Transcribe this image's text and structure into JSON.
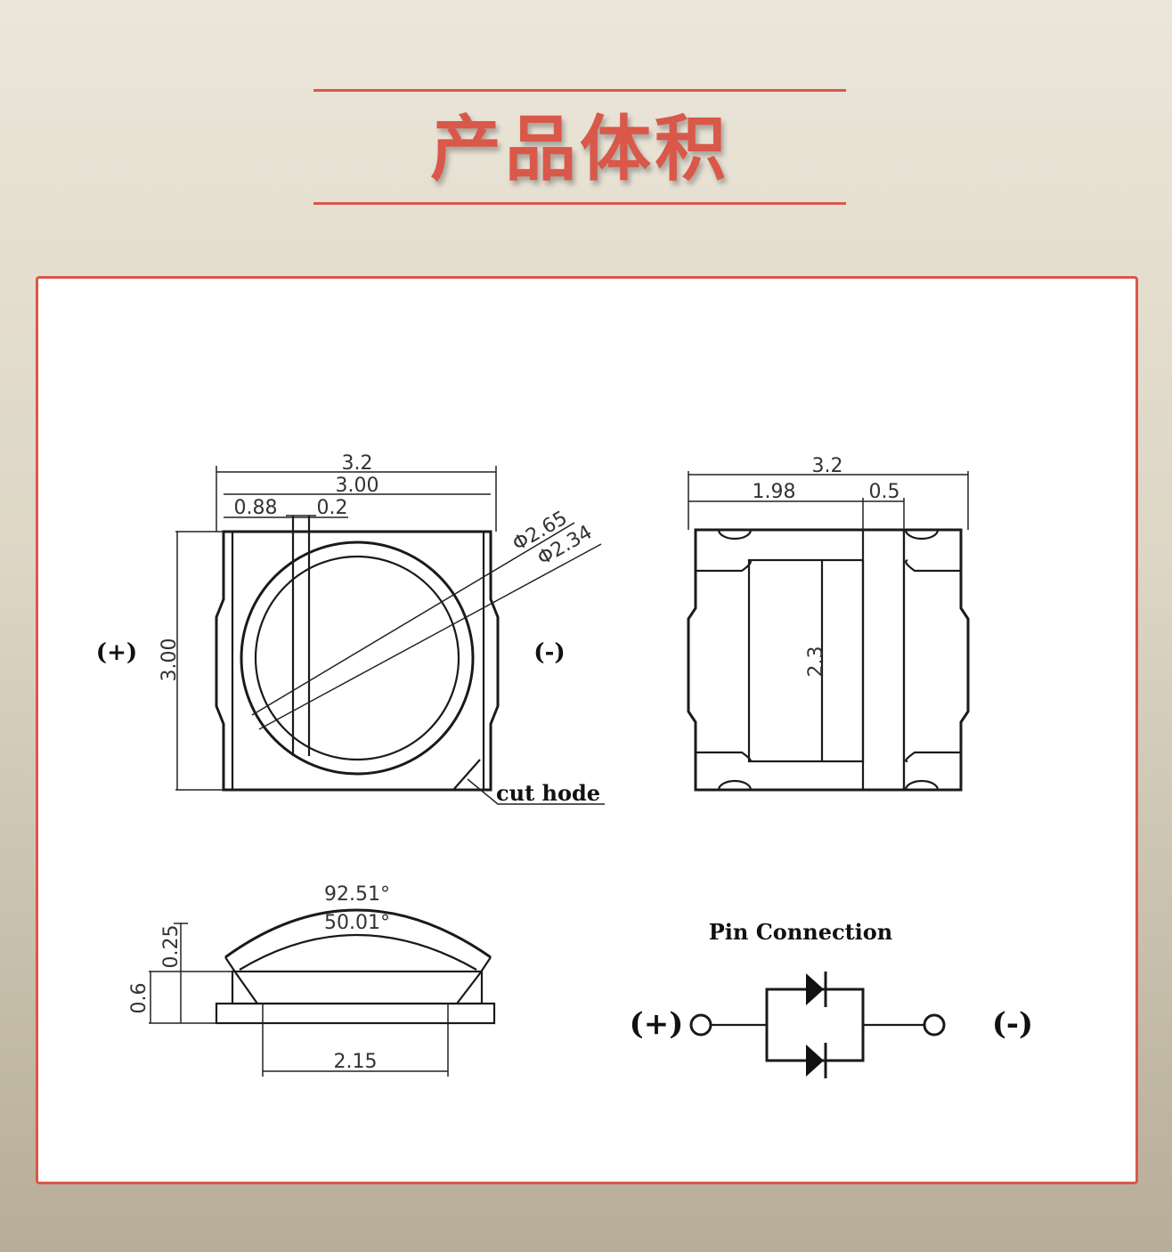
{
  "header": {
    "title": "产品体积"
  },
  "top_view": {
    "dim_width_outer": "3.2",
    "dim_width_inner": "3.00",
    "dim_offset": "0.88",
    "dim_gap": "0.2",
    "dim_diameter_outer": "Φ2.65",
    "dim_diameter_inner": "Φ2.34",
    "dim_height": "3.00",
    "label_positive": "(+)",
    "label_negative": "(-)",
    "label_cut": "cut  hode"
  },
  "bottom_view": {
    "dim_width": "3.2",
    "dim_pad": "1.98",
    "dim_gap": "0.5",
    "dim_height": "2.3"
  },
  "side_view": {
    "dim_angle_outer": "92.51°",
    "dim_angle_inner": "50.01°",
    "dim_dome": "0.25",
    "dim_body": "0.6",
    "dim_base": "2.15"
  },
  "pin_connection": {
    "title": "Pin Connection",
    "label_positive": "(+)",
    "label_negative": "(-)"
  }
}
